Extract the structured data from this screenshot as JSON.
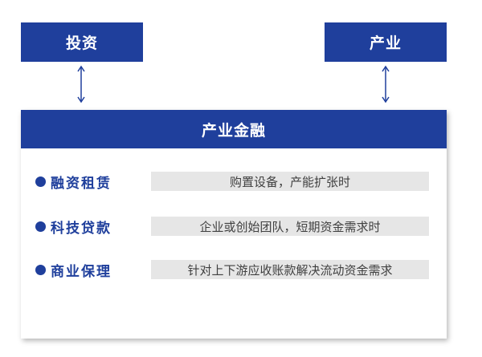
{
  "colors": {
    "brand": "#1f3f9c",
    "text_dark": "#404040",
    "desc_bg": "#e6e6e6"
  },
  "top": {
    "left_label": "投资",
    "right_label": "产业"
  },
  "panel": {
    "title": "产业金融",
    "rows": [
      {
        "label": "融资租赁",
        "desc": "购置设备，产能扩张时"
      },
      {
        "label": "科技贷款",
        "desc": "企业或创始团队，短期资金需求时"
      },
      {
        "label": "商业保理",
        "desc": "针对上下游应收账款解决流动资金需求"
      }
    ]
  }
}
